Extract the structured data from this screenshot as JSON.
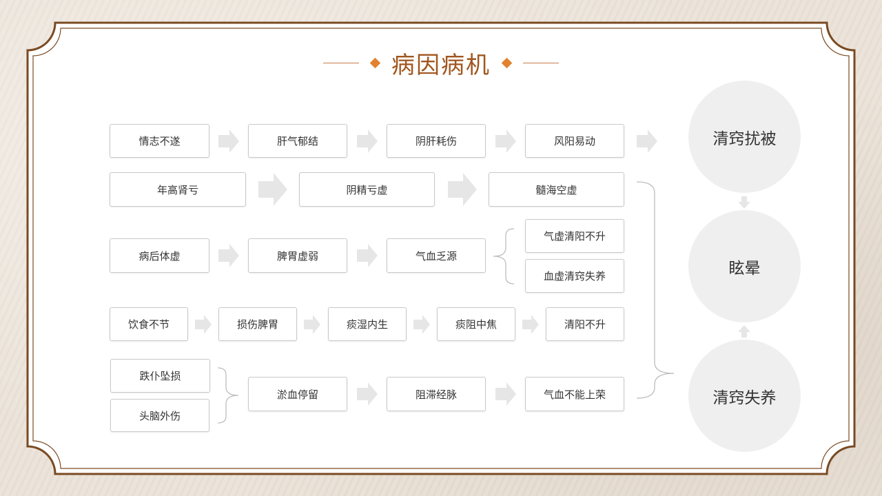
{
  "title": "病因病机",
  "rows": [
    [
      "情志不遂",
      "肝气郁结",
      "阴肝耗伤",
      "风阳易动"
    ],
    [
      "年高肾亏",
      "阴精亏虚",
      "髓海空虚"
    ],
    [
      "病后体虚",
      "脾胃虚弱",
      "气血乏源",
      "气虚清阳不升",
      "血虚清窍失养"
    ],
    [
      "饮食不节",
      "损伤脾胃",
      "痰湿内生",
      "痰阻中焦",
      "清阳不升"
    ],
    [
      "跌仆坠损",
      "头脑外伤",
      "淤血停留",
      "阻滞经脉",
      "气血不能上荣"
    ]
  ],
  "circles": [
    "清窍扰被",
    "眩晕",
    "清窍失养"
  ],
  "colors": {
    "frame": "#7a4a22",
    "title": "#a0561e",
    "accent": "#e2822f",
    "arrow": "#e6e6e6",
    "circle": "#efefef"
  }
}
